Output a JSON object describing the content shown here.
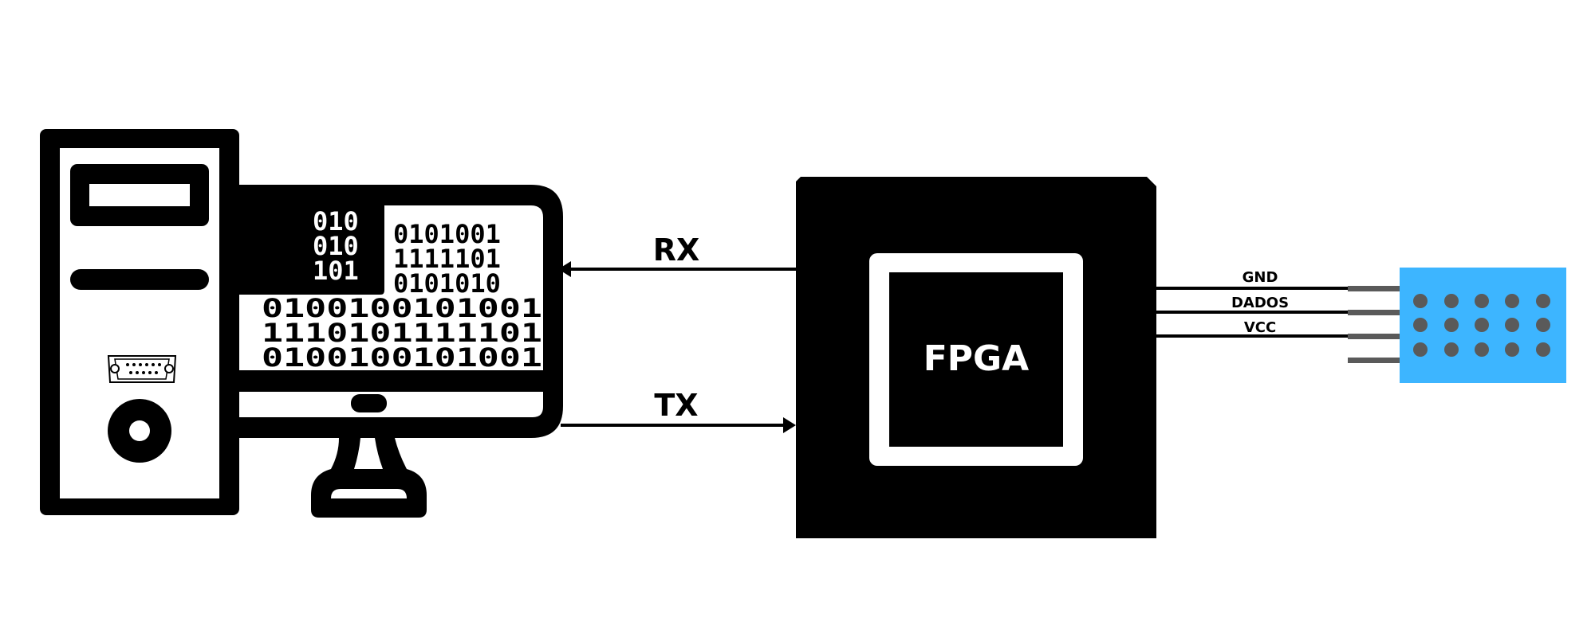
{
  "diagram": {
    "computer": {
      "screen_code_top": [
        "010",
        "010",
        "101"
      ],
      "screen_code_right": [
        "0101001",
        "1111101",
        "0101010"
      ],
      "screen_code_bottom": [
        "0100100101001",
        "1110101111101",
        "0100100101001"
      ]
    },
    "links": {
      "rx_label": "RX",
      "tx_label": "TX"
    },
    "fpga": {
      "label": "FPGA"
    },
    "sensor": {
      "pins": [
        "GND",
        "DADOS",
        "VCC"
      ],
      "body_color": "#3db5ff",
      "hole_color": "#5a5a5a"
    }
  }
}
